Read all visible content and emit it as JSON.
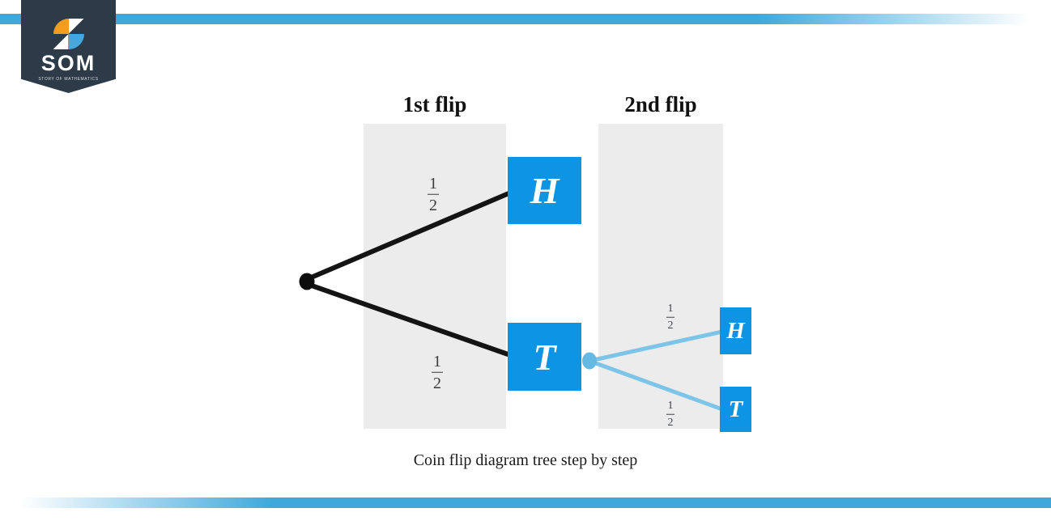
{
  "brand": {
    "name": "SOM",
    "tagline": "STORY OF MATHEMATICS",
    "colors": {
      "badge": "#2d3a48",
      "mark_orange": "#f49d1d",
      "mark_blue": "#46a7dd"
    }
  },
  "accent_bars": {
    "color": "#3ea8db"
  },
  "diagram": {
    "title_columns": [
      "1st flip",
      "2nd flip"
    ],
    "caption": "Coin flip diagram tree step by step",
    "colors": {
      "panel": "#ececec",
      "outcome_box": "#0d94e2",
      "level1_branch": "#141414",
      "level1_node": "#0d0d0d",
      "level2_branch": "#7cc4e8",
      "level2_node": "#66b9e2",
      "fraction_text": "#3b3b3b"
    },
    "level1": {
      "branches": [
        {
          "probability": {
            "numerator": "1",
            "denominator": "2"
          },
          "outcome": "H"
        },
        {
          "probability": {
            "numerator": "1",
            "denominator": "2"
          },
          "outcome": "T"
        }
      ]
    },
    "level2": {
      "parent_outcome": "T",
      "branches": [
        {
          "probability": {
            "numerator": "1",
            "denominator": "2"
          },
          "outcome": "H"
        },
        {
          "probability": {
            "numerator": "1",
            "denominator": "2"
          },
          "outcome": "T"
        }
      ]
    }
  }
}
